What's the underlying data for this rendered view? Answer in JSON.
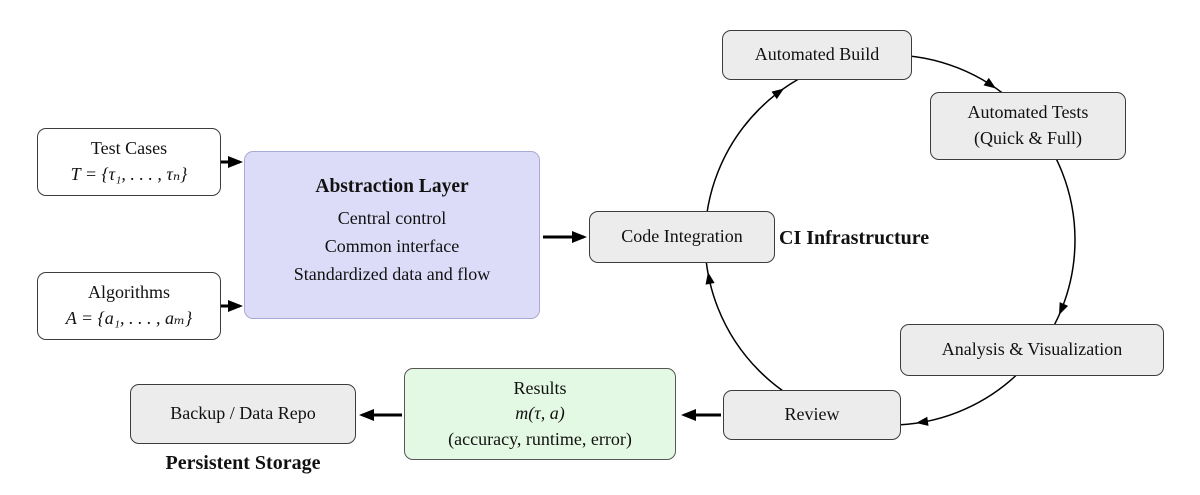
{
  "diagram": {
    "test_cases": {
      "title": "Test Cases",
      "formula": "T = {τ₁, . . . , τₙ}"
    },
    "algorithms": {
      "title": "Algorithms",
      "formula": "A = {a₁, . . . , aₘ}"
    },
    "abstraction_layer": {
      "title": "Abstraction Layer",
      "lines": [
        "Central control",
        "Common interface",
        "Standardized data and flow"
      ]
    },
    "ci_cycle": {
      "label": "CI Infrastructure",
      "code_integration": "Code Integration",
      "automated_build": "Automated Build",
      "automated_tests": {
        "line1": "Automated Tests",
        "line2": "(Quick & Full)"
      },
      "analysis_visualization": "Analysis & Visualization",
      "review": "Review"
    },
    "results": {
      "title": "Results",
      "formula": "m(τ, a)",
      "metrics": "(accuracy, runtime, error)"
    },
    "storage": {
      "box_label": "Backup / Data Repo",
      "caption": "Persistent Storage"
    },
    "colors": {
      "abstraction_fill": "#dcdcf8",
      "results_fill": "#e4f9e4",
      "node_fill": "#ececec",
      "arrow": "#000000"
    }
  }
}
